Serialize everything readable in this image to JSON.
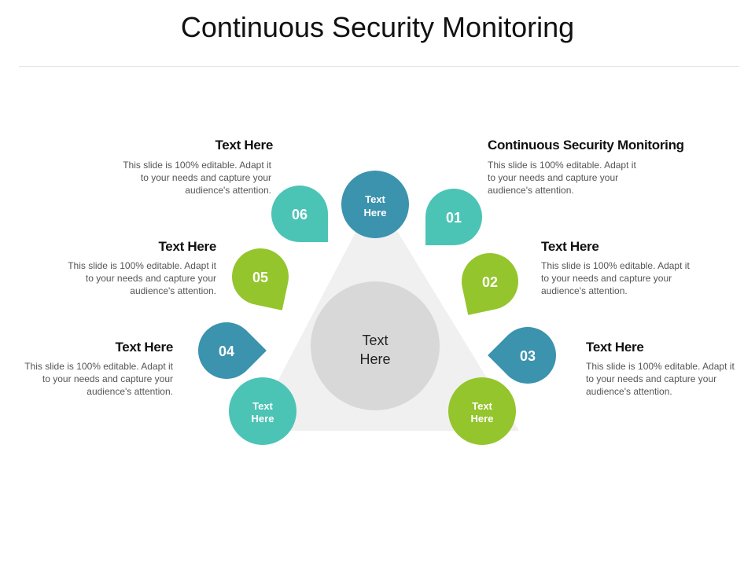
{
  "title": "Continuous Security Monitoring",
  "center_label": [
    "Text",
    "Here"
  ],
  "corner_labels": [
    [
      "Text",
      "Here"
    ],
    [
      "Text",
      "Here"
    ],
    [
      "Text",
      "Here"
    ]
  ],
  "steps": [
    {
      "number": "01",
      "heading": "Continuous Security Monitoring",
      "body": "This slide is 100% editable. Adapt it to your needs and capture your audience's attention."
    },
    {
      "number": "02",
      "heading": "Text Here",
      "body": "This slide is 100% editable. Adapt it to your needs and capture your audience's attention."
    },
    {
      "number": "03",
      "heading": "Text Here",
      "body": "This slide is 100% editable. Adapt it to your needs and capture your audience's attention."
    },
    {
      "number": "04",
      "heading": "Text Here",
      "body": "This slide is 100% editable. Adapt it to your needs and capture your audience's attention."
    },
    {
      "number": "05",
      "heading": "Text Here",
      "body": "This slide is 100% editable. Adapt it to your needs and capture your audience's attention."
    },
    {
      "number": "06",
      "heading": "Text Here",
      "body": "This slide is 100% editable. Adapt it to your needs and capture your audience's attention."
    }
  ],
  "colors": {
    "teal": "#4bc4b5",
    "green": "#94c52c",
    "blue": "#3b93ae",
    "triangle": "#f0f0f0",
    "center": "#d8d8d8"
  }
}
